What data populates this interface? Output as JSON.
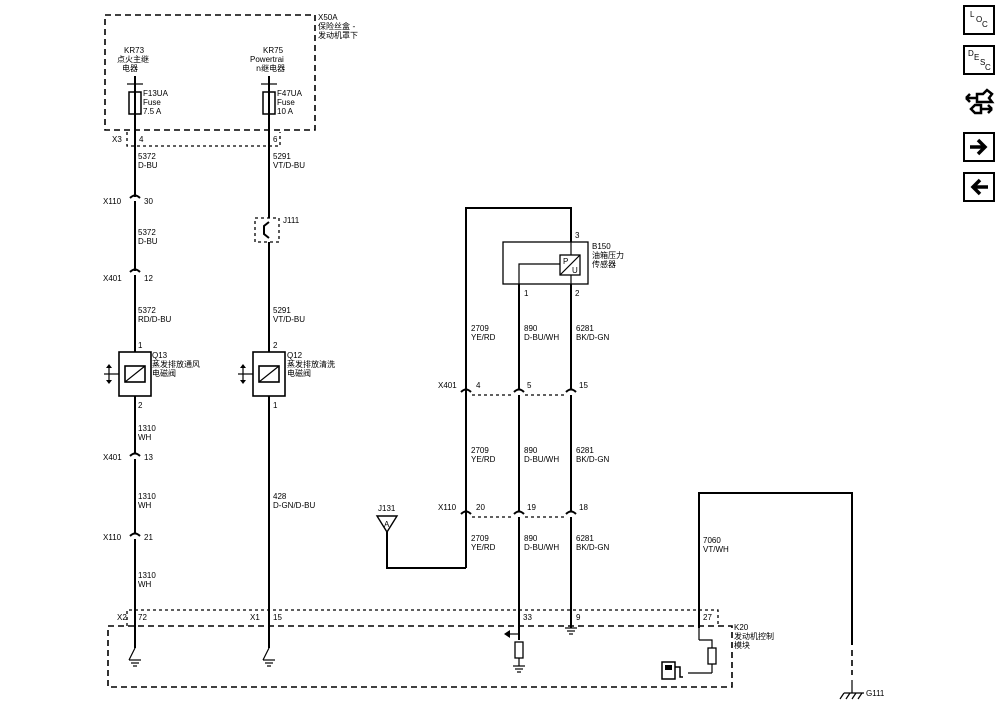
{
  "nav": {
    "loc": [
      "L",
      "O",
      "C"
    ],
    "desc": [
      "D",
      "E",
      "S",
      "C"
    ],
    "icons": [
      "loc-icon",
      "desc-icon",
      "connector-swap-icon",
      "arrow-right-icon",
      "arrow-left-icon"
    ]
  },
  "fuse_box": {
    "id": "X50A",
    "name_lines": [
      "保险丝盒 -",
      "发动机罩下"
    ],
    "relay1": {
      "id": "KR73",
      "name_lines": [
        "点火主继",
        "电器"
      ]
    },
    "relay2": {
      "id": "KR75",
      "name_lines": [
        "Powertrai",
        "n继电器"
      ]
    },
    "fuse1": {
      "id": "F13UA",
      "type": "Fuse",
      "rating": "7.5 A"
    },
    "fuse2": {
      "id": "F47UA",
      "type": "Fuse",
      "rating": "10 A"
    },
    "connector": "X3",
    "pin1": "4",
    "pin2": "6"
  },
  "left_circuit": {
    "wire_top": {
      "num": "5372",
      "color": "D-BU"
    },
    "x110": {
      "conn": "X110",
      "pin": "30"
    },
    "wire_mid": {
      "num": "5372",
      "color": "D-BU"
    },
    "x401": {
      "conn": "X401",
      "pin": "12"
    },
    "wire_pre_valve": {
      "num": "5372",
      "color": "RD/D-BU"
    },
    "valve": {
      "id": "Q13",
      "name_lines": [
        "蒸发排放通风",
        "电磁阀"
      ],
      "pin_in": "1",
      "pin_out": "2"
    },
    "wire_a": {
      "num": "1310",
      "color": "WH"
    },
    "x401b": {
      "conn": "X401",
      "pin": "13"
    },
    "wire_b": {
      "num": "1310",
      "color": "WH"
    },
    "x110b": {
      "conn": "X110",
      "pin": "21"
    },
    "wire_c": {
      "num": "1310",
      "color": "WH"
    },
    "ecm_pin": {
      "conn": "X2",
      "pin": "72"
    }
  },
  "mid_circuit": {
    "wire_top": {
      "num": "5291",
      "color": "VT/D-BU"
    },
    "splice": "J111",
    "wire_mid": {
      "num": "5291",
      "color": "VT/D-BU"
    },
    "valve": {
      "id": "Q12",
      "name_lines": [
        "蒸发排放清洗",
        "电磁阀"
      ],
      "pin_in": "2",
      "pin_out": "1"
    },
    "wire_low": {
      "num": "428",
      "color": "D-GN/D-BU"
    },
    "ecm_pin": {
      "conn": "X1",
      "pin": "15"
    }
  },
  "sensor": {
    "id": "B150",
    "name_lines": [
      "油箱压力",
      "传感器"
    ],
    "pin3": "3",
    "pin1": "1",
    "pin2": "2"
  },
  "sensor_wires": {
    "w1": {
      "num": "2709",
      "color": "YE/RD"
    },
    "w2": {
      "num": "890",
      "color": "D-BU/WH"
    },
    "w3": {
      "num": "6281",
      "color": "BK/D-GN"
    },
    "x401": {
      "conn": "X401",
      "pins": [
        "4",
        "5",
        "15"
      ]
    },
    "w1b": {
      "num": "2709",
      "color": "YE/RD"
    },
    "w2b": {
      "num": "890",
      "color": "D-BU/WH"
    },
    "w3b": {
      "num": "6281",
      "color": "BK/D-GN"
    },
    "x110": {
      "conn": "X110",
      "pins": [
        "20",
        "19",
        "18"
      ]
    },
    "w1c": {
      "num": "2709",
      "color": "YE/RD"
    },
    "w2c": {
      "num": "890",
      "color": "D-BU/WH"
    },
    "w3c": {
      "num": "6281",
      "color": "BK/D-GN"
    },
    "splice": "J131",
    "splice_letter": "A",
    "ecm_pins": [
      "33",
      "9"
    ]
  },
  "right_circuit": {
    "wire": {
      "num": "7060",
      "color": "VT/WH"
    },
    "ecm_pin": "27",
    "ground": "G111"
  },
  "ecm": {
    "id": "K20",
    "name_lines": [
      "发动机控制",
      "模块"
    ]
  }
}
